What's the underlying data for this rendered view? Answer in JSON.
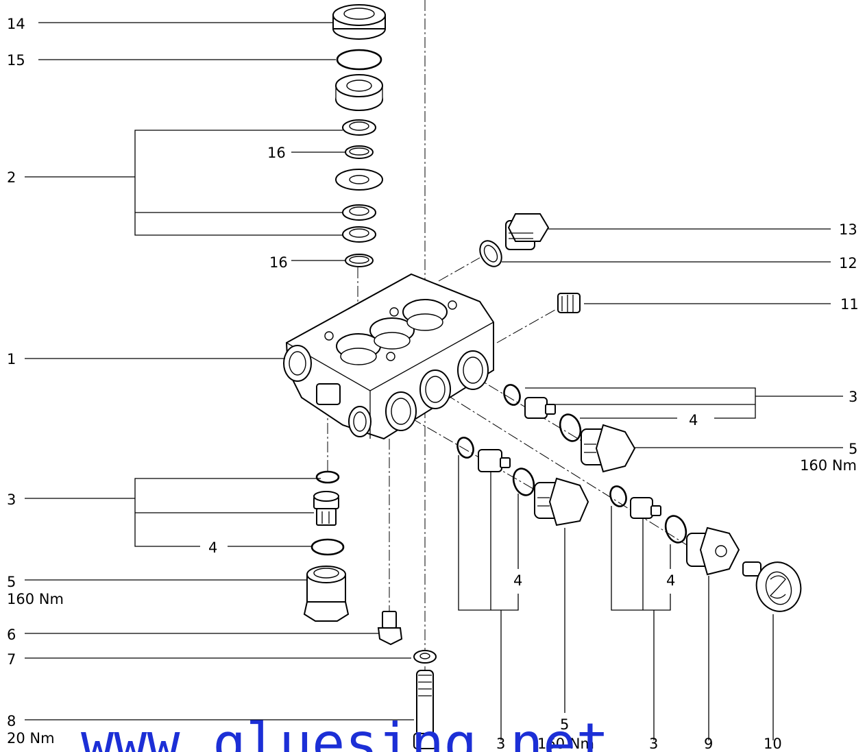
{
  "labels": {
    "p14": "14",
    "p15": "15",
    "p2": "2",
    "p16a": "16",
    "p16b": "16",
    "p13": "13",
    "p12": "12",
    "p11": "11",
    "p1": "1",
    "p3r": "3",
    "p4r": "4",
    "p5r": "5",
    "t5r": "160 Nm",
    "p3l": "3",
    "p4l": "4",
    "p5l": "5",
    "t5l": "160 Nm",
    "p6": "6",
    "p7": "7",
    "p8": "8",
    "t8": "20 Nm",
    "p4ma": "4",
    "p4mb": "4",
    "p5b": "5",
    "t5b": "160 Nm",
    "p3ba": "3",
    "p3bb": "3",
    "p9": "9",
    "p10": "10"
  },
  "watermark": "www.gluesing.net",
  "colors": {
    "line": "#000000",
    "watermark": "#1c2fd6"
  }
}
